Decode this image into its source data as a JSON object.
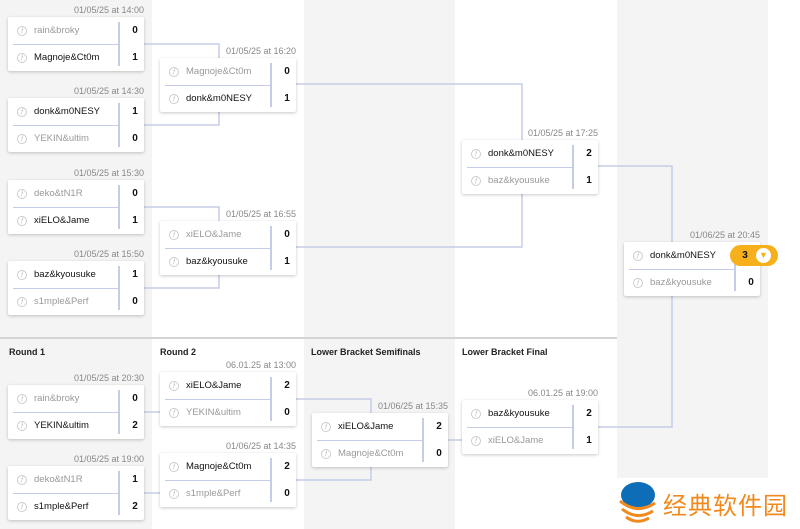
{
  "colors": {
    "accent": "#f6b01c",
    "line": "#c5cde6",
    "column_bg": "#f4f4f4"
  },
  "headers": {
    "round1": "Round 1",
    "round2": "Round 2",
    "lb_semis": "Lower Bracket Semifinals",
    "lb_final": "Lower Bracket Final"
  },
  "matches": [
    {
      "id": "ub-r1-m1",
      "date": "01/05/25 at 14:00",
      "teams": [
        {
          "name": "rain&broky",
          "score": "0",
          "win": false
        },
        {
          "name": "Magnoje&Ct0m",
          "score": "1",
          "win": true
        }
      ]
    },
    {
      "id": "ub-r1-m2",
      "date": "01/05/25 at 14:30",
      "teams": [
        {
          "name": "donk&m0NESY",
          "score": "1",
          "win": true
        },
        {
          "name": "YEKIN&ultim",
          "score": "0",
          "win": false
        }
      ]
    },
    {
      "id": "ub-r1-m3",
      "date": "01/05/25 at 15:30",
      "teams": [
        {
          "name": "deko&tN1R",
          "score": "0",
          "win": false
        },
        {
          "name": "xiELO&Jame",
          "score": "1",
          "win": true
        }
      ]
    },
    {
      "id": "ub-r1-m4",
      "date": "01/05/25 at 15:50",
      "teams": [
        {
          "name": "baz&kyousuke",
          "score": "1",
          "win": true
        },
        {
          "name": "s1mple&Perf",
          "score": "0",
          "win": false
        }
      ]
    },
    {
      "id": "ub-r2-m1",
      "date": "01/05/25 at 16:20",
      "teams": [
        {
          "name": "Magnoje&Ct0m",
          "score": "0",
          "win": false
        },
        {
          "name": "donk&m0NESY",
          "score": "1",
          "win": true
        }
      ]
    },
    {
      "id": "ub-r2-m2",
      "date": "01/05/25 at 16:55",
      "teams": [
        {
          "name": "xiELO&Jame",
          "score": "0",
          "win": false
        },
        {
          "name": "baz&kyousuke",
          "score": "1",
          "win": true
        }
      ]
    },
    {
      "id": "ub-final",
      "date": "01/05/25 at 17:25",
      "teams": [
        {
          "name": "donk&m0NESY",
          "score": "2",
          "win": true
        },
        {
          "name": "baz&kyousuke",
          "score": "1",
          "win": false
        }
      ]
    },
    {
      "id": "grand-final",
      "date": "01/06/25 at 20:45",
      "champion": true,
      "teams": [
        {
          "name": "donk&m0NESY",
          "score": "3",
          "win": true
        },
        {
          "name": "baz&kyousuke",
          "score": "0",
          "win": false
        }
      ]
    },
    {
      "id": "lb-r1-m1",
      "date": "01/05/25 at 20:30",
      "teams": [
        {
          "name": "rain&broky",
          "score": "0",
          "win": false
        },
        {
          "name": "YEKIN&ultim",
          "score": "2",
          "win": true
        }
      ]
    },
    {
      "id": "lb-r1-m2",
      "date": "01/05/25 at 19:00",
      "teams": [
        {
          "name": "deko&tN1R",
          "score": "1",
          "win": false
        },
        {
          "name": "s1mple&Perf",
          "score": "2",
          "win": true
        }
      ]
    },
    {
      "id": "lb-r2-m1",
      "date": "06.01.25 at 13:00",
      "teams": [
        {
          "name": "xiELO&Jame",
          "score": "2",
          "win": true
        },
        {
          "name": "YEKIN&ultim",
          "score": "0",
          "win": false
        }
      ]
    },
    {
      "id": "lb-r2-m2",
      "date": "01/06/25 at 14:35",
      "teams": [
        {
          "name": "Magnoje&Ct0m",
          "score": "2",
          "win": true
        },
        {
          "name": "s1mple&Perf",
          "score": "0",
          "win": false
        }
      ]
    },
    {
      "id": "lb-semi",
      "date": "01/06/25 at 15:35",
      "teams": [
        {
          "name": "xiELO&Jame",
          "score": "2",
          "win": true
        },
        {
          "name": "Magnoje&Ct0m",
          "score": "0",
          "win": false
        }
      ]
    },
    {
      "id": "lb-final",
      "date": "06.01.25 at 19:00",
      "teams": [
        {
          "name": "baz&kyousuke",
          "score": "2",
          "win": true
        },
        {
          "name": "xiELO&Jame",
          "score": "1",
          "win": false
        }
      ]
    }
  ],
  "watermark": {
    "text": "经典软件园"
  }
}
